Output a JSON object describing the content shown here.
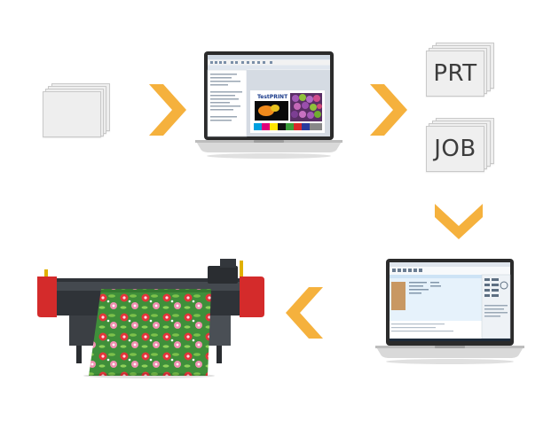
{
  "workflow": {
    "steps": [
      {
        "id": "source-document",
        "label": ""
      },
      {
        "id": "rip-software-laptop",
        "label": ""
      },
      {
        "id": "prt-file",
        "label": "PRT"
      },
      {
        "id": "job-file",
        "label": "JOB"
      },
      {
        "id": "control-software-laptop",
        "label": ""
      },
      {
        "id": "textile-printer",
        "label": ""
      }
    ],
    "rip_screen_text": "TestPRINT",
    "arrow_color": "#f5b13d"
  }
}
